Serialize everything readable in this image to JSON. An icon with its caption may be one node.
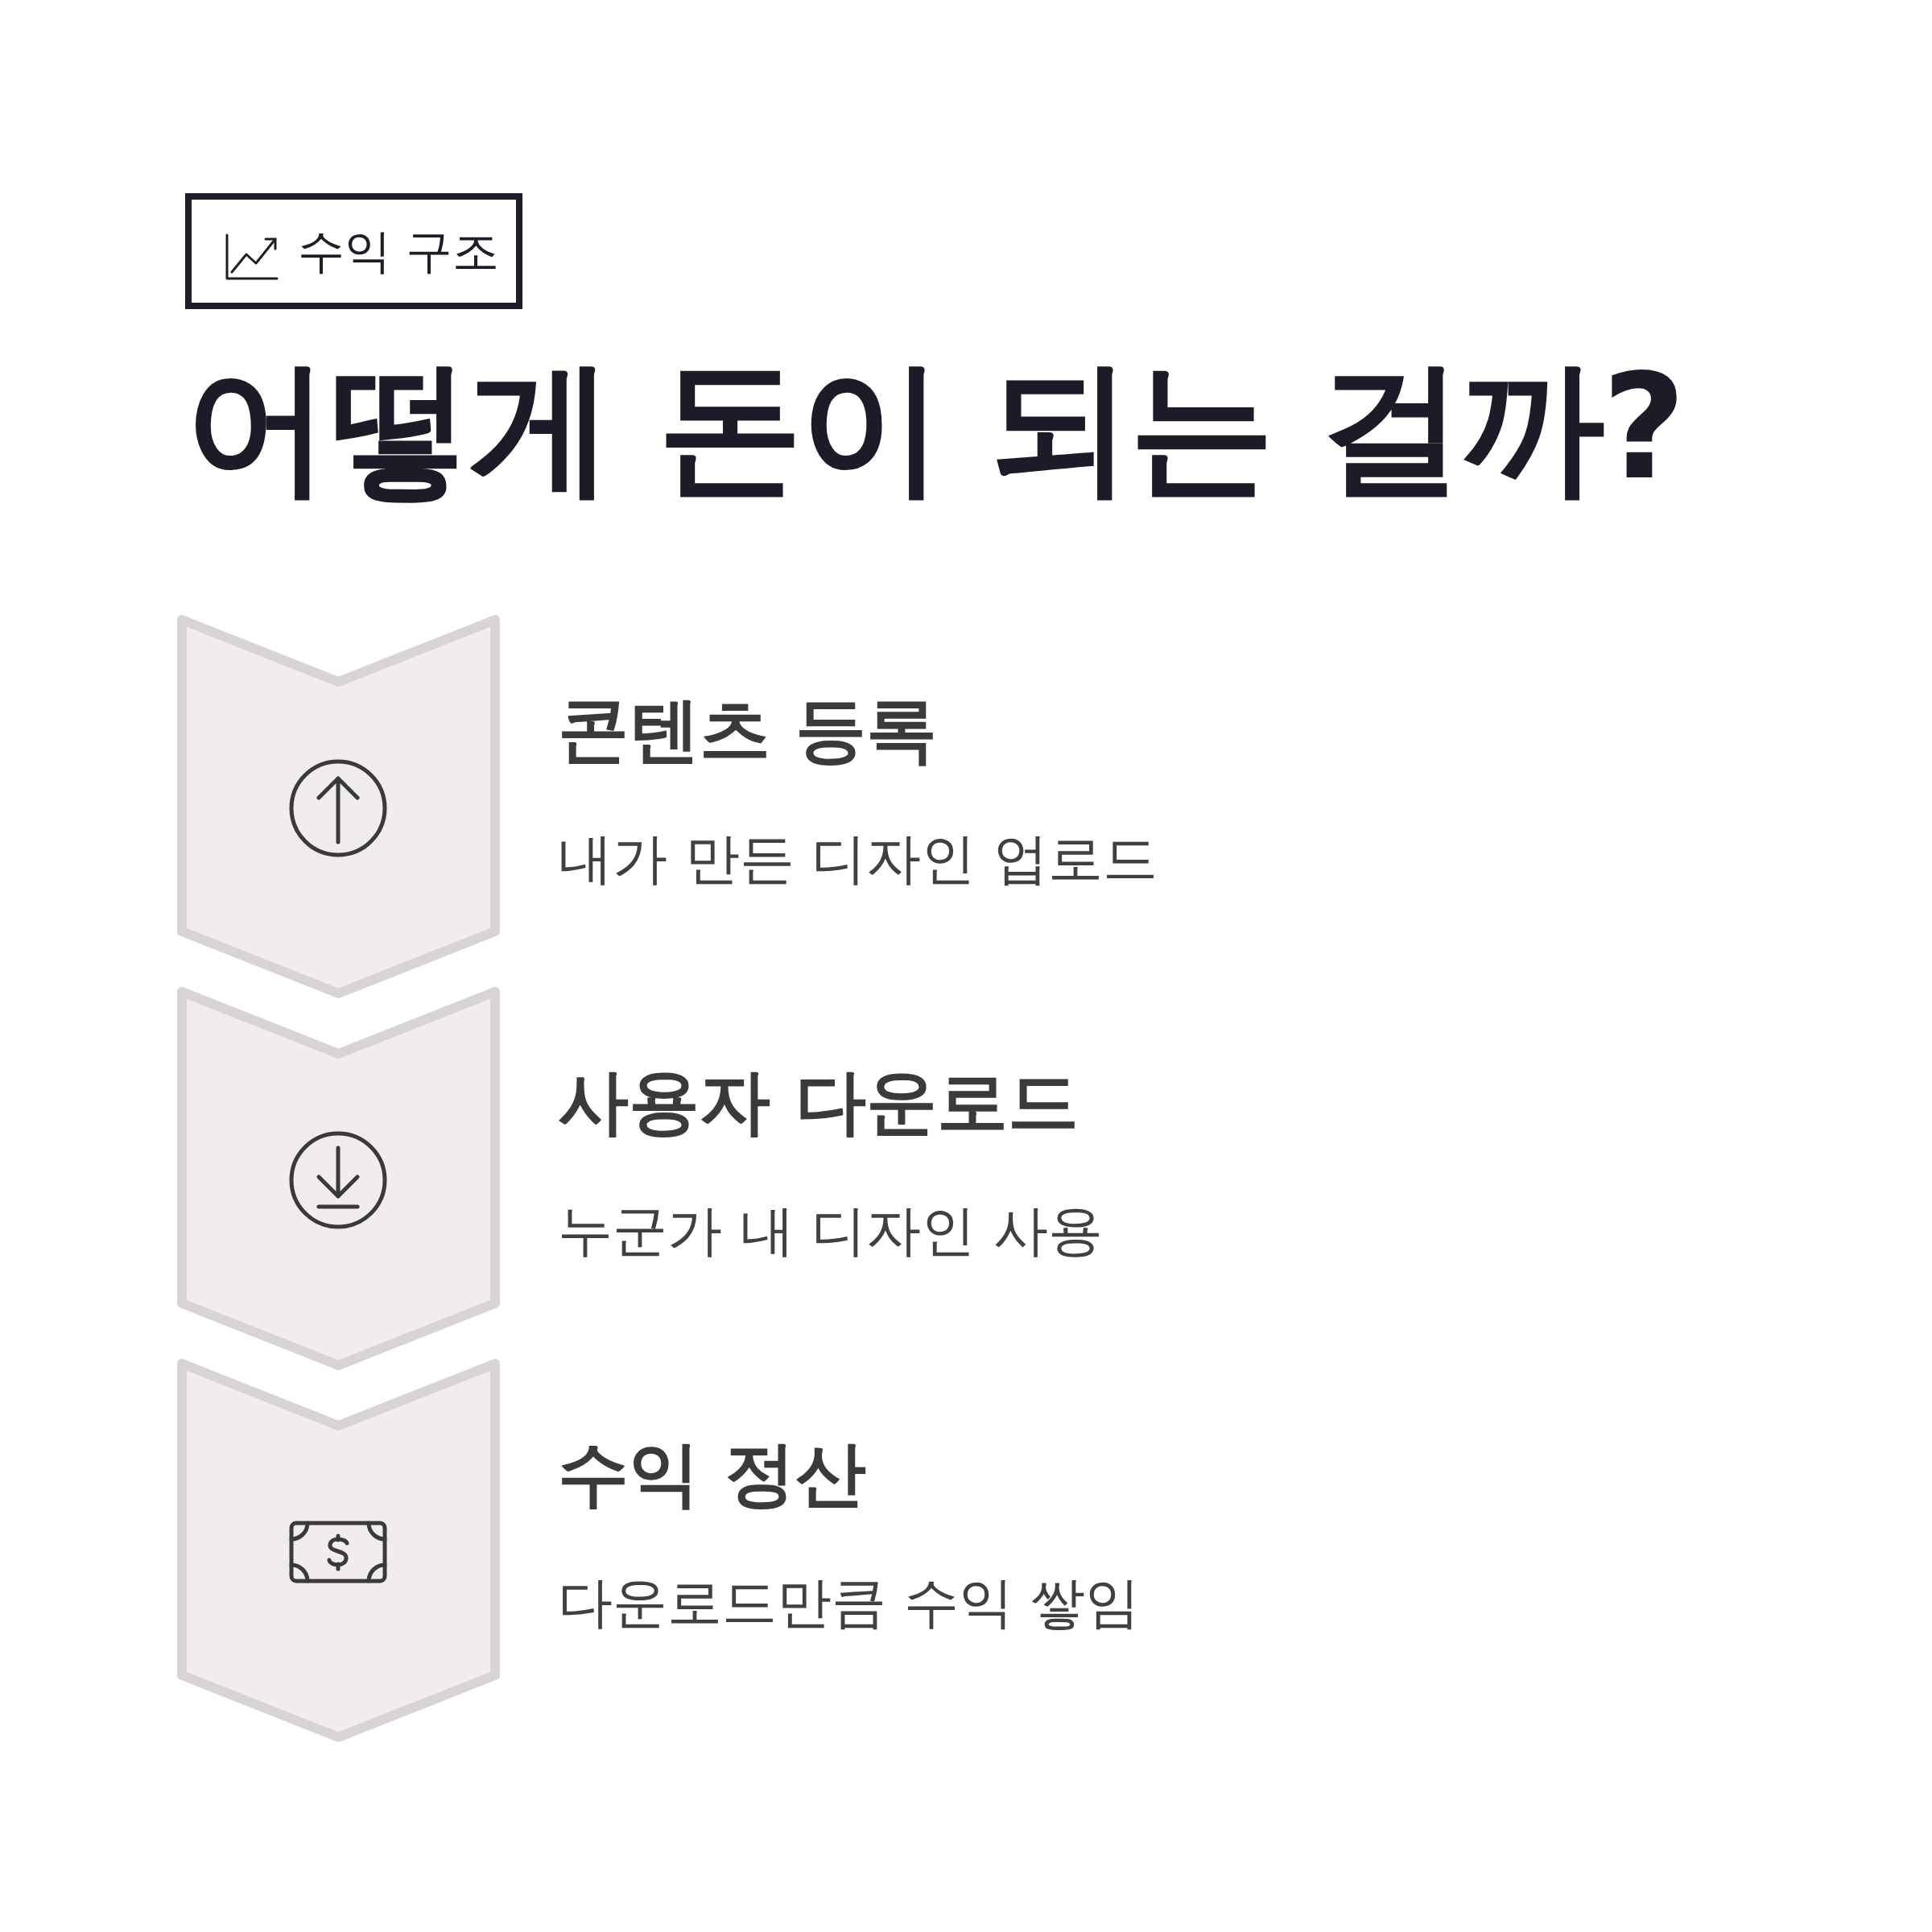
{
  "diagram": {
    "title": "어떻게 돈이 되는 걸까?",
    "nodes": [
      {
        "text": [
          "수익 구조"
        ]
      },
      {
        "text": [],
        "shape": "chevron",
        "beside": [
          "콘텐츠 등록",
          "내가 만든 디자인 업로드"
        ]
      },
      {
        "text": [],
        "shape": "chevron",
        "beside": [
          "사용자 다운로드",
          "누군가 내 디자인 사용"
        ]
      },
      {
        "text": [],
        "shape": "chevron",
        "beside": [
          "수익 정산",
          "다운로드만큼 수익 쌓임"
        ]
      }
    ]
  }
}
